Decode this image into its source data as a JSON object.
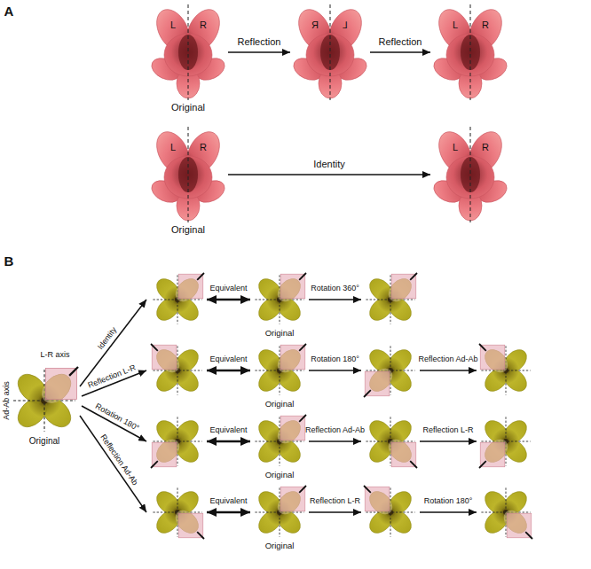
{
  "diagram": {
    "nodes": [
      {
        "text": [
          "L",
          "R",
          "Original"
        ]
      },
      {
        "text": [
          "Я",
          "⅃"
        ]
      },
      {
        "text": [
          "L",
          "R"
        ]
      },
      {
        "text": [
          "L",
          "R",
          "Original"
        ]
      },
      {
        "text": [
          "L",
          "R"
        ]
      }
    ],
    "edges": [
      {
        "from": 0,
        "to": 1,
        "arrow": "to",
        "label": "Reflection"
      },
      {
        "from": 1,
        "to": 2,
        "arrow": "to",
        "label": "Reflection"
      },
      {
        "from": 3,
        "to": 4,
        "arrow": "to",
        "label": "Identity"
      }
    ],
    "labels": [
      "A",
      "B",
      "L-R axis",
      "Ad-Ab axis",
      "Original",
      "Identity",
      "Reflection L-R",
      "Rotation 180°",
      "Reflection Ad-Ab",
      "Equivalent",
      "Original",
      "Rotation 360°",
      "Equivalent",
      "Original",
      "Rotation 180°",
      "Reflection Ad-Ab",
      "Equivalent",
      "Original",
      "Reflection Ad-Ab",
      "Reflection L-R",
      "Equivalent",
      "Original",
      "Reflection L-R",
      "Rotation 180°"
    ]
  }
}
